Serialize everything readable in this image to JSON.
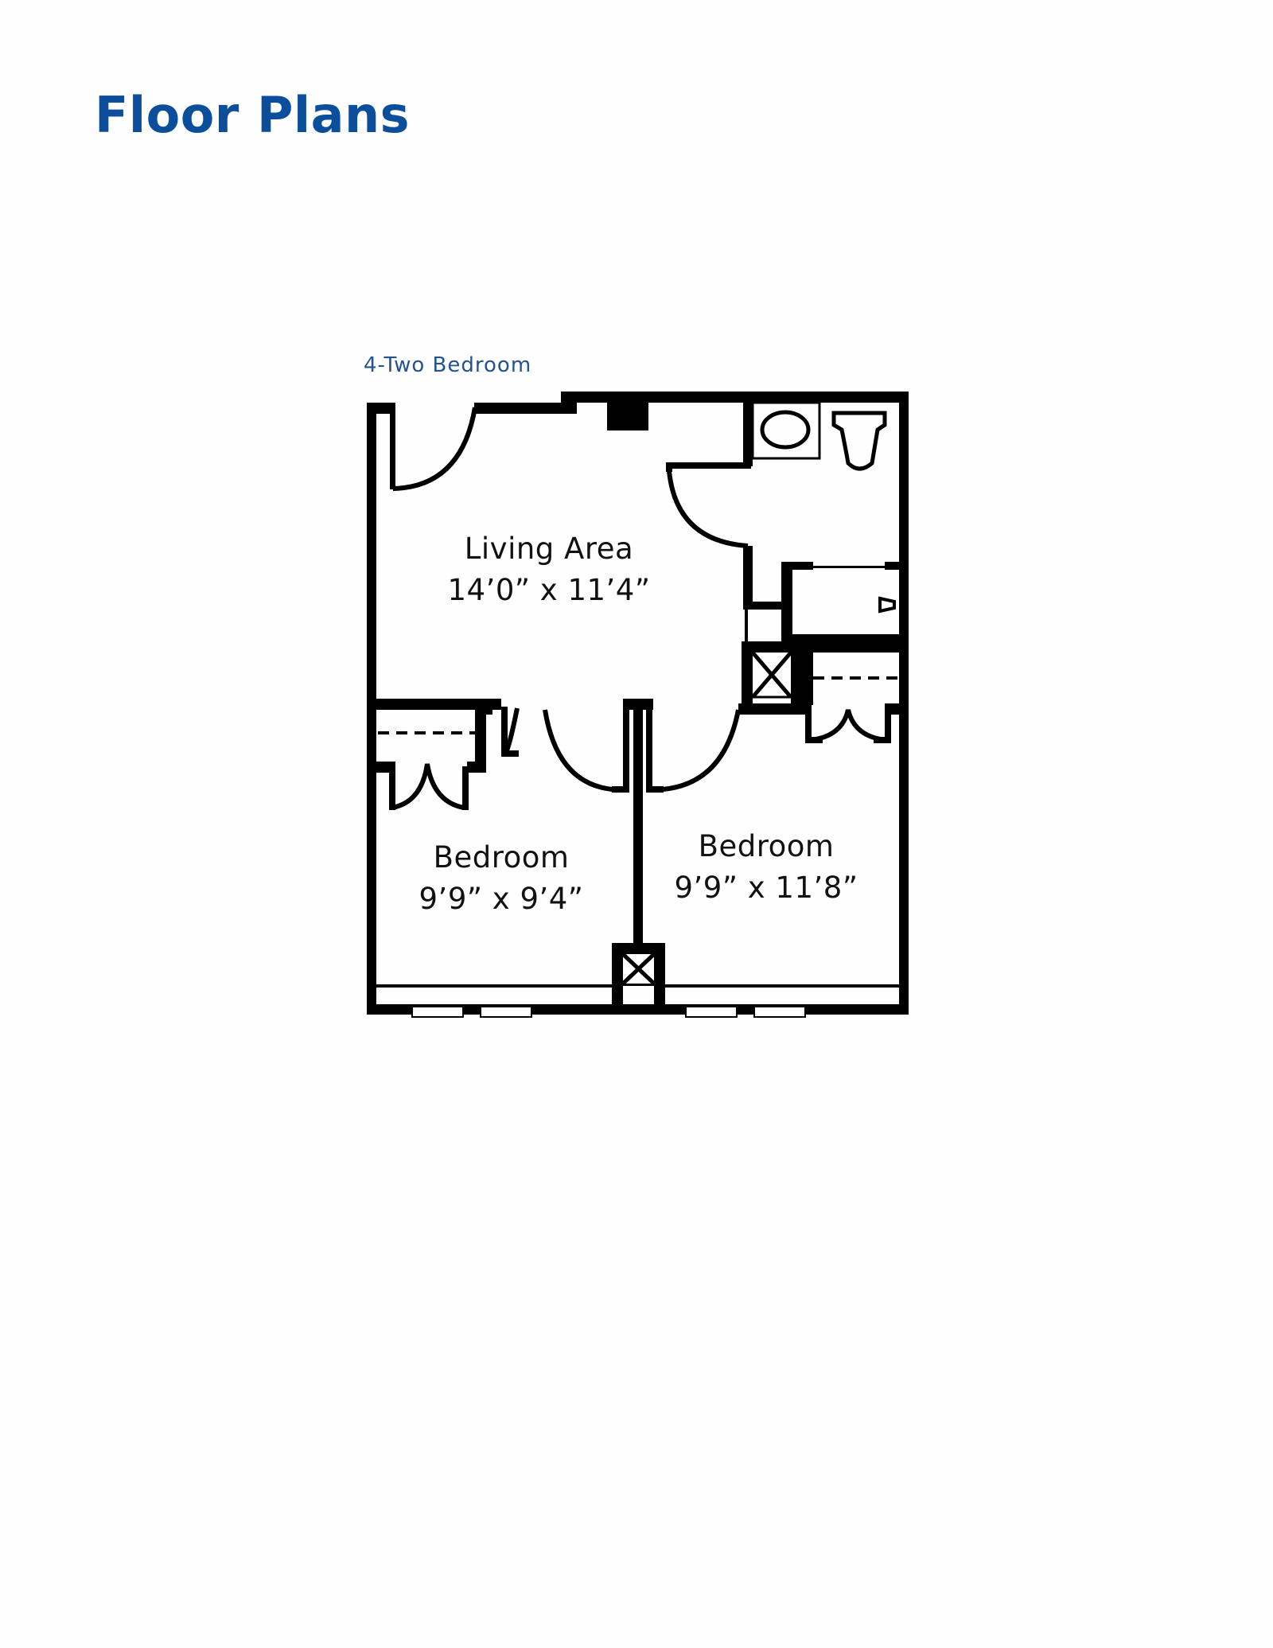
{
  "page": {
    "title": "Floor Plans",
    "title_color": "#0b4f9c"
  },
  "plan": {
    "caption": "4-Two Bedroom",
    "caption_color": "#25538f",
    "line_color": "#000000",
    "rooms": [
      {
        "name": "Living Area",
        "dimensions": "14’0” x 11’4”"
      },
      {
        "name": "Bedroom",
        "dimensions": "9’9” x 9’4”"
      },
      {
        "name": "Bedroom",
        "dimensions": "9’9” x 11’8”"
      }
    ],
    "fixtures": [
      {
        "icon": "sink-icon"
      },
      {
        "icon": "toilet-icon"
      },
      {
        "icon": "shower-head-icon"
      },
      {
        "icon": "hvac-chase-icon"
      },
      {
        "icon": "hvac-chase-icon"
      }
    ],
    "windows_count": 4
  }
}
